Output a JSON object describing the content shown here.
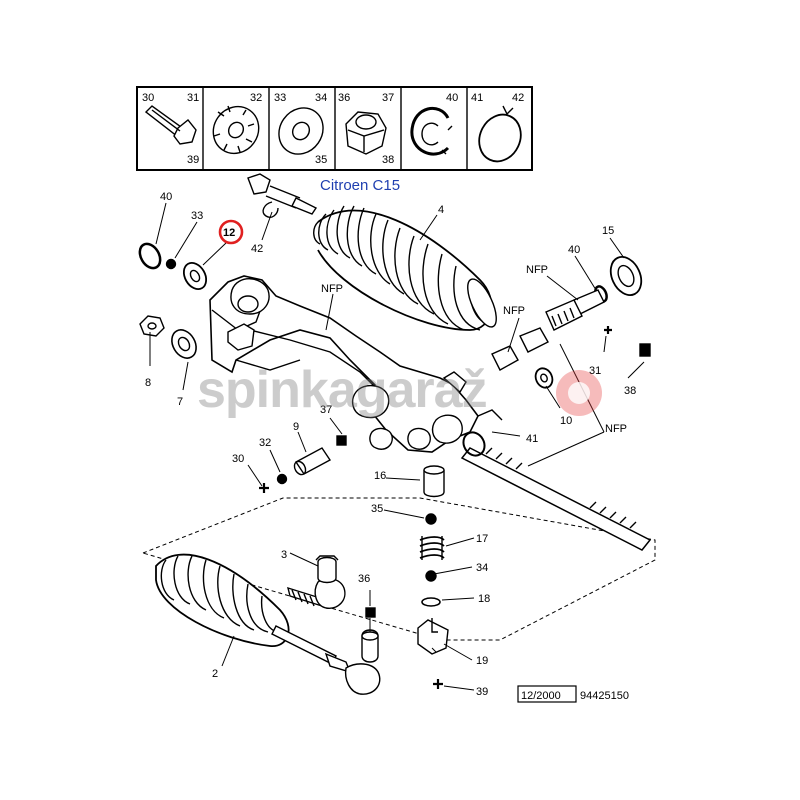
{
  "title": "Citroen C15",
  "footer": {
    "date": "12/2000",
    "code": "94425150"
  },
  "watermark": "spinkagaraž",
  "nfp": "NFP",
  "legend": [
    {
      "tl": "30",
      "tr": "31",
      "br": "39",
      "part": "bolt-icon"
    },
    {
      "tl": "",
      "tr": "32",
      "br": "",
      "part": "serrated-washer-icon"
    },
    {
      "tl": "33",
      "tr": "34",
      "br": "35",
      "part": "flat-washer-icon"
    },
    {
      "tl": "36",
      "tr": "37",
      "br": "38",
      "part": "nut-icon"
    },
    {
      "tl": "",
      "tr": "40",
      "br": "",
      "part": "circlip-icon"
    },
    {
      "tl": "41",
      "tr": "42",
      "br": "",
      "part": "snap-ring-icon"
    }
  ],
  "callouts": [
    "40",
    "33",
    "12",
    "42",
    "4",
    "NFP",
    "15",
    "40",
    "NFP",
    "NFP",
    "8",
    "7",
    "37",
    "31",
    "38",
    "9",
    "32",
    "30",
    "41",
    "10",
    "NFP",
    "16",
    "35",
    "17",
    "34",
    "18",
    "19",
    "39",
    "3",
    "36",
    "2"
  ],
  "highlight": "12",
  "colors": {
    "title": "#1f3fb0",
    "highlight": "#e02020",
    "ink": "#000000"
  }
}
